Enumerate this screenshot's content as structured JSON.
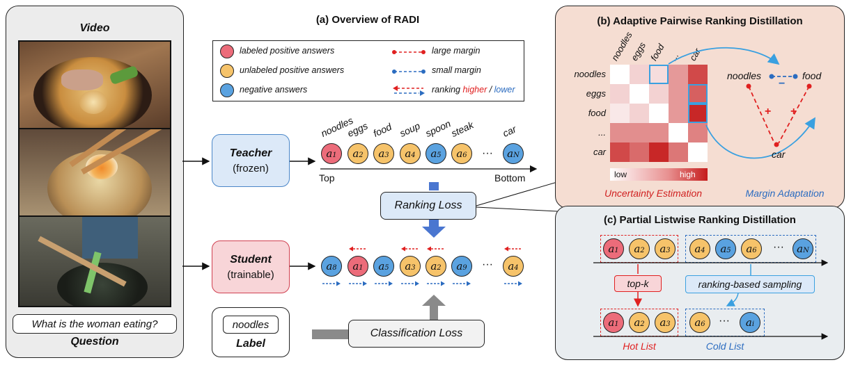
{
  "video_panel": {
    "title": "Video",
    "question": "What is the woman eating?",
    "question_label": "Question"
  },
  "overview": {
    "title": "(a) Overview of RADI"
  },
  "legend": {
    "labeled": "labeled positive answers",
    "unlabeled": "unlabeled positive answers",
    "negative": "negative answers",
    "large_margin": "large margin",
    "small_margin": "small margin",
    "ranking_prefix": "ranking ",
    "ranking_higher": "higher",
    "ranking_sep": " / ",
    "ranking_lower": "lower"
  },
  "teacher": {
    "name": "Teacher",
    "state": "(frozen)"
  },
  "student": {
    "name": "Student",
    "state": "(trainable)"
  },
  "teacher_ranking": {
    "candidates": [
      "noodles",
      "eggs",
      "food",
      "soup",
      "spoon",
      "steak",
      "car"
    ],
    "circles": [
      {
        "base": "a",
        "sub": "1",
        "color": "r"
      },
      {
        "base": "a",
        "sub": "2",
        "color": "y"
      },
      {
        "base": "a",
        "sub": "3",
        "color": "y"
      },
      {
        "base": "a",
        "sub": "4",
        "color": "y"
      },
      {
        "base": "a",
        "sub": "5",
        "color": "b"
      },
      {
        "base": "a",
        "sub": "6",
        "color": "y"
      },
      {
        "base": "a",
        "sub": "N",
        "color": "b"
      }
    ],
    "ellipsis": "···",
    "top": "Top",
    "bottom": "Bottom"
  },
  "student_ranking": {
    "circles": [
      {
        "base": "a",
        "sub": "8",
        "color": "b"
      },
      {
        "base": "a",
        "sub": "1",
        "color": "r"
      },
      {
        "base": "a",
        "sub": "5",
        "color": "b"
      },
      {
        "base": "a",
        "sub": "3",
        "color": "y"
      },
      {
        "base": "a",
        "sub": "2",
        "color": "y"
      },
      {
        "base": "a",
        "sub": "9",
        "color": "b"
      },
      {
        "base": "a",
        "sub": "4",
        "color": "y"
      }
    ],
    "ellipsis": "···"
  },
  "ranking_loss": "Ranking Loss",
  "classification_loss": "Classification Loss",
  "label_box": {
    "value": "noodles",
    "caption": "Label"
  },
  "apr": {
    "title": "(b) Adaptive Pairwise Ranking Distillation",
    "row_labels": [
      "noodles",
      "eggs",
      "food",
      "...",
      "car"
    ],
    "col_labels": [
      "noodles",
      "eggs",
      "food",
      "...",
      "car"
    ],
    "low": "low",
    "high": "high",
    "uncertainty": "Uncertainty Estimation",
    "margin": "Margin Adaptation",
    "node_noodles": "noodles",
    "node_food": "food",
    "node_car": "car",
    "plus": "+",
    "minus": "−"
  },
  "plr": {
    "title": "(c) Partial Listwise Ranking Distillation",
    "top_row": [
      {
        "base": "a",
        "sub": "1",
        "color": "r"
      },
      {
        "base": "a",
        "sub": "2",
        "color": "y"
      },
      {
        "base": "a",
        "sub": "3",
        "color": "y"
      },
      {
        "base": "a",
        "sub": "4",
        "color": "y"
      },
      {
        "base": "a",
        "sub": "5",
        "color": "b"
      },
      {
        "base": "a",
        "sub": "6",
        "color": "y"
      },
      {
        "base": "a",
        "sub": "N",
        "color": "b"
      }
    ],
    "bottom_row": [
      {
        "base": "a",
        "sub": "1",
        "color": "r"
      },
      {
        "base": "a",
        "sub": "2",
        "color": "y"
      },
      {
        "base": "a",
        "sub": "3",
        "color": "y"
      },
      {
        "base": "a",
        "sub": "6",
        "color": "y"
      },
      {
        "base": "a",
        "sub": "i",
        "color": "b"
      }
    ],
    "ellipsis": "···",
    "topk": "top-k",
    "sampling": "ranking-based sampling",
    "hot": "Hot List",
    "cold": "Cold List"
  }
}
